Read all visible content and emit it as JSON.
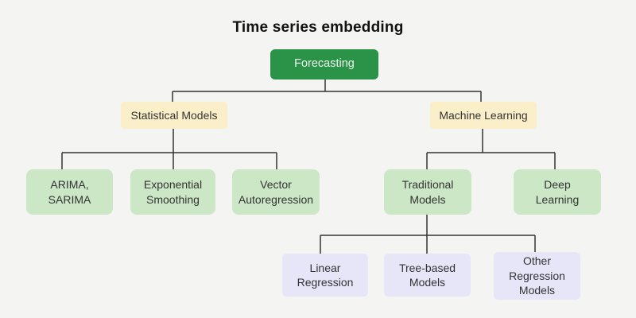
{
  "title": "Time series embedding",
  "colors": {
    "background": "#f4f4f2",
    "root_fill": "#2b9348",
    "root_text": "#eef6ee",
    "level1_fill": "#faefc9",
    "level2_fill": "#cbe7c5",
    "level3_fill": "#e6e6f8",
    "node_text": "#333333",
    "title_text": "#111111",
    "line": "#333333"
  },
  "nodes": {
    "forecasting": {
      "label": "Forecasting",
      "level": 0,
      "parent": null
    },
    "statistical": {
      "label": "Statistical Models",
      "level": 1,
      "parent": "forecasting"
    },
    "machine": {
      "label": "Machine Learning",
      "level": 1,
      "parent": "forecasting"
    },
    "arima": {
      "label": "ARIMA,\nSARIMA",
      "level": 2,
      "parent": "statistical"
    },
    "exponential": {
      "label": "Exponential\nSmoothing",
      "level": 2,
      "parent": "statistical"
    },
    "vector": {
      "label": "Vector\nAutoregression",
      "level": 2,
      "parent": "statistical"
    },
    "traditional": {
      "label": "Traditional\nModels",
      "level": 2,
      "parent": "machine"
    },
    "deep": {
      "label": "Deep\nLearning",
      "level": 2,
      "parent": "machine"
    },
    "linear": {
      "label": "Linear\nRegression",
      "level": 3,
      "parent": "traditional"
    },
    "tree": {
      "label": "Tree-based\nModels",
      "level": 3,
      "parent": "traditional"
    },
    "other": {
      "label": "Other\nRegression\nModels",
      "level": 3,
      "parent": "traditional"
    }
  }
}
